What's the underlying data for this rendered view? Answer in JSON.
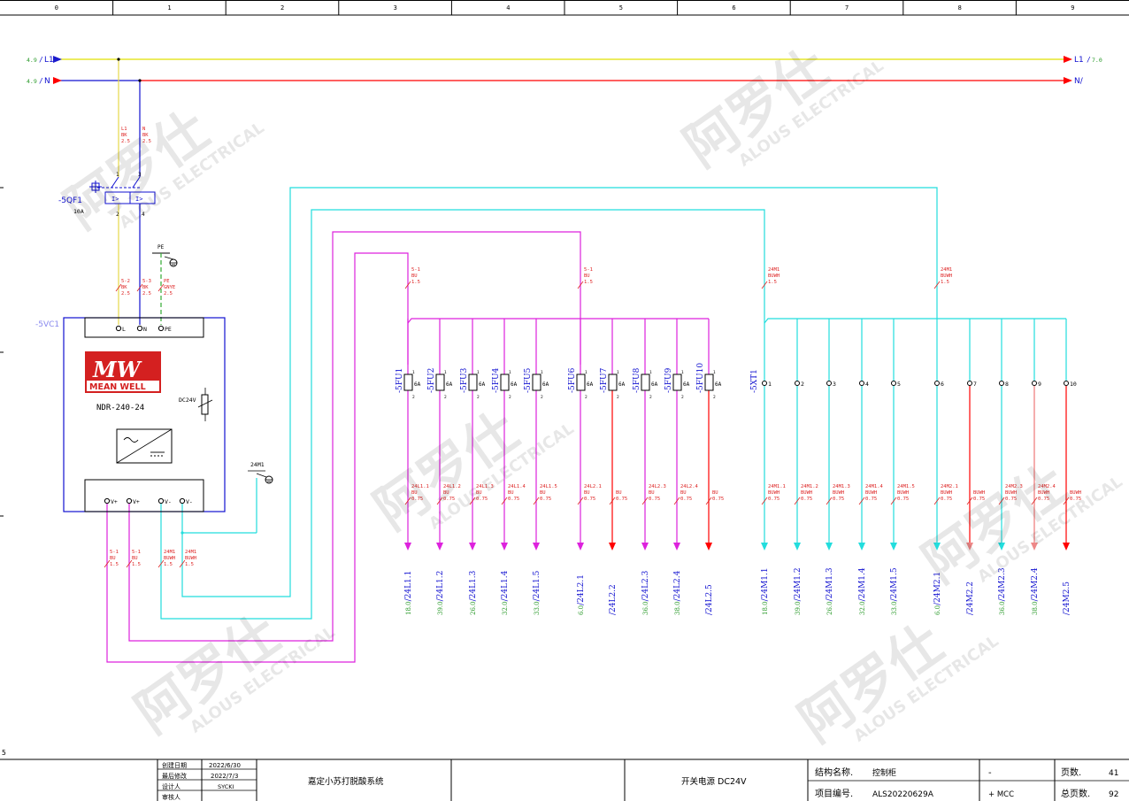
{
  "ruler": {
    "cols": [
      "0",
      "1",
      "2",
      "3",
      "4",
      "5",
      "6",
      "7",
      "8",
      "9"
    ],
    "left_marks": [
      "5"
    ]
  },
  "bus": {
    "l1_ref": "4.9",
    "l1": "L1",
    "n_ref": "4.9",
    "n": "N",
    "l1_right": "L1",
    "l1_right_ref": "7.0",
    "n_right": "N/"
  },
  "breaker": {
    "tag": "-5QF1",
    "rating": "10A",
    "pin1": "1",
    "pin3": "3",
    "pin2": "2",
    "pin4": "4",
    "in_l_wire": [
      "L1",
      "BK",
      "2.5"
    ],
    "in_n_wire": [
      "N",
      "BK",
      "2.5"
    ],
    "mark_left": "I>",
    "mark_right": "I>"
  },
  "psu": {
    "tag": "-5VC1",
    "brand": "MEAN WELL",
    "logo": "MW",
    "model": "NDR-240-24",
    "out_label": "DC24V",
    "top_terms": [
      "L",
      "N",
      "PE"
    ],
    "bottom_terms": [
      "V+",
      "V+",
      "V-",
      "V-"
    ],
    "wire_l": [
      "5-2",
      "BK",
      "2.5"
    ],
    "wire_n": [
      "5-3",
      "BK",
      "2.5"
    ],
    "wire_pe": [
      "PE",
      "GNYE",
      "2.5"
    ],
    "pe_label": "PE",
    "out_wires": [
      [
        "5-1",
        "BU",
        "1.5"
      ],
      [
        "5-1",
        "BU",
        "1.5"
      ],
      [
        "24M1",
        "BUWH",
        "1.5"
      ],
      [
        "24M1",
        "BUWH",
        "1.5"
      ]
    ],
    "ground_label": "24M1"
  },
  "fuse_feed": {
    "w1": [
      "5-1",
      "BU",
      "1.5"
    ],
    "w2": [
      "5-1",
      "BU",
      "1.5"
    ]
  },
  "fuses": {
    "tags": [
      "-5FU1",
      "-5FU2",
      "-5FU3",
      "-5FU4",
      "-5FU5",
      "-5FU6",
      "-5FU7",
      "-5FU8",
      "-5FU9",
      "-5FU10"
    ],
    "rating": "6A",
    "out_wires": [
      [
        "24L1.1",
        "BU",
        "0.75"
      ],
      [
        "24L1.2",
        "BU",
        "0.75"
      ],
      [
        "24L1.3",
        "BU",
        "0.75"
      ],
      [
        "24L1.4",
        "BU",
        "0.75"
      ],
      [
        "24L1.5",
        "BU",
        "0.75"
      ],
      [
        "24L2.1",
        "BU",
        "0.75"
      ],
      [
        "",
        "BU",
        "0.75"
      ],
      [
        "24L2.3",
        "BU",
        "0.75"
      ],
      [
        "24L2.4",
        "BU",
        "0.75"
      ],
      [
        "",
        "BU",
        "0.75"
      ]
    ],
    "targets": [
      "18.0/24L1.1",
      "39.0/24L1.2",
      "26.0/24L1.3",
      "32.0/24L1.4",
      "33.0/24L1.5",
      "6.0/24L2.1",
      "/24L2.2",
      "36.0/24L2.3",
      "38.0/24L2.4",
      "/24L2.5"
    ]
  },
  "terminals": {
    "tag": "-5XT1",
    "numbers": [
      "1",
      "2",
      "3",
      "4",
      "5",
      "6",
      "7",
      "8",
      "9",
      "10"
    ],
    "feed1": [
      "24M1",
      "BUWH",
      "1.5"
    ],
    "feed2": [
      "24M1",
      "BUWH",
      "1.5"
    ],
    "out_wires": [
      [
        "24M1.1",
        "BUWH",
        "0.75"
      ],
      [
        "24M1.2",
        "BUWH",
        "0.75"
      ],
      [
        "24M1.3",
        "BUWH",
        "0.75"
      ],
      [
        "24M1.4",
        "BUWH",
        "0.75"
      ],
      [
        "24M1.5",
        "BUWH",
        "0.75"
      ],
      [
        "24M2.1",
        "BUWH",
        "0.75"
      ],
      [
        "",
        "BUWH",
        "0.75"
      ],
      [
        "24M2.3",
        "BUWH",
        "0.75"
      ],
      [
        "24M2.4",
        "BUWH",
        "0.75"
      ],
      [
        "",
        "BUWH",
        "0.75"
      ]
    ],
    "targets": [
      "18.0/24M1.1",
      "39.0/24M1.2",
      "26.0/24M1.3",
      "32.0/24M1.4",
      "33.0/24M1.5",
      "6.0/24M2.1",
      "/24M2.2",
      "36.0/24M2.3",
      "38.0/24M2.4",
      "/24M2.5"
    ]
  },
  "title_block": {
    "created_label": "创建日期",
    "created": "2022/6/30",
    "modified_label": "最后修改",
    "modified": "2022/7/3",
    "designer_label": "设计人",
    "designer": "SYCKI",
    "reviewer_label": "审核人",
    "project_name": "嘉定小苏打脱酸系统",
    "sheet_title": "开关电源 DC24V",
    "struct_label": "结构名称.",
    "struct": "控制柜",
    "projno_label": "项目编号.",
    "projno": "ALS20220629A",
    "dash": "-",
    "location": "+ MCC",
    "page_label": "页数.",
    "page": "41",
    "total_label": "总页数.",
    "total": "92"
  },
  "watermark": {
    "cn": "阿罗仕",
    "en": "ALOUS ELECTRICAL"
  },
  "colors": {
    "l1": "#e0e000",
    "n": "#ff0000",
    "l1_left": "#1a1acc",
    "blue": "#1010d0",
    "cyan": "#22dddd",
    "magenta": "#dd22dd",
    "red_out": "#ff0000",
    "green_txt": "#2a9a2a",
    "wire_label": "#dd2222"
  }
}
